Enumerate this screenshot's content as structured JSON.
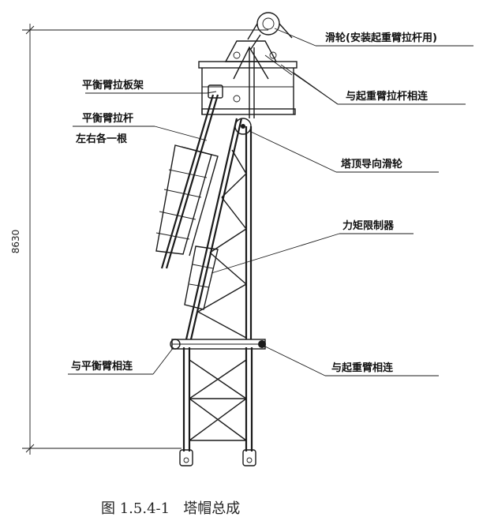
{
  "labels": {
    "pulley": "滑轮(安装起重臂拉杆用)",
    "connect_jib_tie": "与起重臂拉杆相连",
    "counter_tie_plate": "平衡臂拉板架",
    "counter_tie_rod": "平衡臂拉杆",
    "left_right_each": "左右各一根",
    "guide_pulley": "塔顶导向滑轮",
    "torque_limiter": "力矩限制器",
    "connect_counter_jib": "与平衡臂相连",
    "connect_jib": "与起重臂相连"
  },
  "dimension": "8630",
  "caption": "图 1.5.4-1   塔帽总成"
}
